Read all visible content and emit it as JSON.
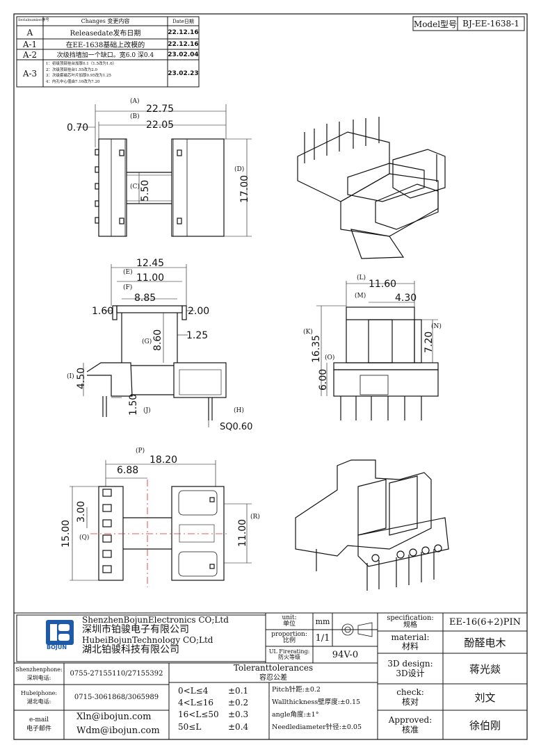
{
  "revision_table": {
    "headers": {
      "serial": "Serialnumber序号",
      "changes": "Changes 变更内容",
      "date": "Date日期"
    },
    "rows": [
      {
        "serial": "A",
        "change": "Releasedate发布日期",
        "date": "22.12.16"
      },
      {
        "serial": "A-1",
        "change": "在EE-1638基础上改模的",
        "date": "22.12.16"
      },
      {
        "serial": "A-2",
        "change": "次级挡墙加一个缺口。宽6.0 深0.4",
        "date": "23.02.04"
      },
      {
        "serial": "A-3",
        "change_lines": [
          "1：初级顶部挂台加厚0.1（1.5改为1.6）",
          "2：次级顶部挂台1.55改为2.0",
          "3：次级套磁芯叶片加厚0.95改为1.25",
          "4：内孔中心值由7.10改为7.20"
        ],
        "date": "23.02.23"
      }
    ]
  },
  "model": {
    "label": "Model型号",
    "value": "BJ-EE-1638-1"
  },
  "dimensions": {
    "top": {
      "A_label": "(A)",
      "A": "22.75",
      "B_label": "(B)",
      "B": "22.05",
      "offset": "0.70",
      "C_label": "(C)",
      "C": "5.50",
      "D_label": "(D)",
      "D": "17.00"
    },
    "front": {
      "total": "12.45",
      "E_label": "(E)",
      "E": "11.00",
      "F_label": "(F)",
      "F": "8.85",
      "left_step": "1.60",
      "right_step": "2.00",
      "G_label": "(G)",
      "G": "8.60",
      "wall": "1.25",
      "I_label": "(I)",
      "I": "4.50",
      "J_label": "(J)",
      "J": "1.50",
      "H_label": "(H)",
      "pin": "SQ0.60"
    },
    "side": {
      "L_label": "(L)",
      "L": "11.60",
      "M_label": "(M)",
      "M": "4.30",
      "K_label": "(K)",
      "K": "16.35",
      "N_label": "(N)",
      "N": "7.20",
      "O_label": "(O)",
      "O": "6.00"
    },
    "bottom": {
      "P_label": "(P)",
      "P": "18.20",
      "pitch_total": "6.88",
      "Q_label": "(Q)",
      "Q": "15.00",
      "pitch": "3.00",
      "R_label": "(R)",
      "R": "11.00"
    }
  },
  "title_block": {
    "company_en1": "ShenzhenBojunElectronics CO;Ltd",
    "company_cn1": "深圳市铂骏电子有限公司",
    "company_en2": "HubeiBojunTechnology CO;Ltd",
    "company_cn2": "湖北铂骏科技有限公司",
    "logo_text": "BOJUN",
    "unit_label": "unit:\n单位",
    "unit_value": "mm",
    "proportion_label": "proportion:\n比例",
    "proportion_value": "1/1",
    "ul_label": "UL Firerating:\n防火等级",
    "ul_value": "94V-0",
    "spec_label": "specification:\n规格",
    "spec_value": "EE-16(6+2)PIN",
    "material_label": "material:\n材料",
    "material_value": "酚醛电木",
    "design_label": "3D design:\n3D设计",
    "design_value": "蒋光燚",
    "check_label": "check:\n核对",
    "check_value": "刘文",
    "approved_label": "Approved:\n核准",
    "approved_value": "徐伯刚",
    "sz_phone_label": "Shenzhenphone:\n深圳电话:",
    "sz_phone": "0755-27155110/27155392",
    "hb_phone_label": "Hubeiphone:\n湖北电话:",
    "hb_phone": "0715-3061868/3065989",
    "email_label": "e-mail\n电子邮件",
    "email1": "Xln@ibojun.com",
    "email2": "Wdm@ibojun.com",
    "tol_title": "Toleranttolerances",
    "tol_title_cn": "容忍公差",
    "tolerances": [
      {
        "range": "0<L≤4",
        "value": "±0.1"
      },
      {
        "range": "4<L≤16",
        "value": "±0.2"
      },
      {
        "range": "16<L≤50",
        "value": "±0.3"
      },
      {
        "range": "50≤L",
        "value": "±0.4"
      }
    ],
    "notes": [
      "Pitch针距:±0.2",
      "Wallthickness壁厚度:±0.15",
      "angle角度:±1°",
      "Needlediameter针径:±0.05"
    ]
  }
}
